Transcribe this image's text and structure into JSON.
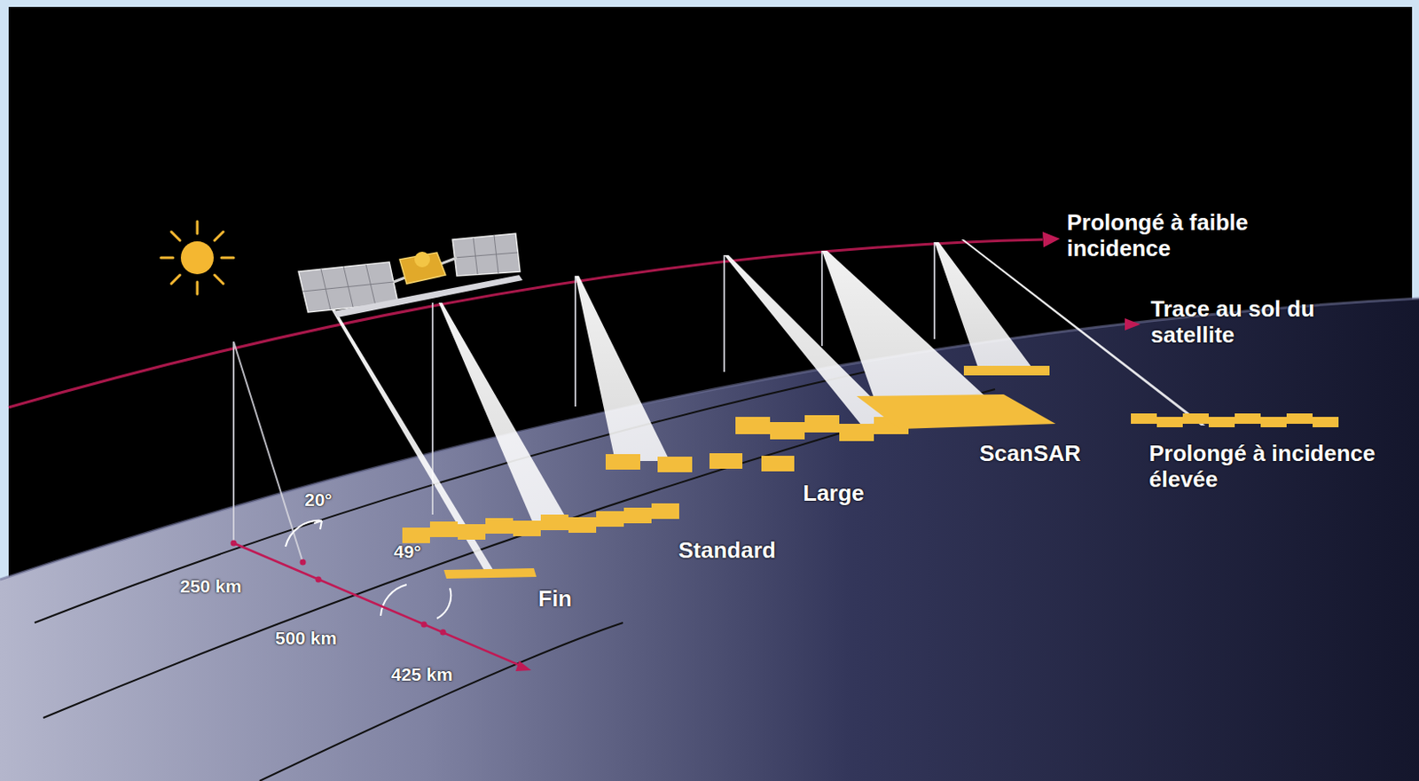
{
  "diagram": {
    "labels": [
      "Prolongé à faible incidence",
      "Trace au sol du satellite",
      "ScanSAR",
      "Prolongé à incidence élevée",
      "Large",
      "Standard",
      "20°",
      "Fin",
      "49°",
      "250 km",
      "500 km",
      "425 km"
    ]
  }
}
